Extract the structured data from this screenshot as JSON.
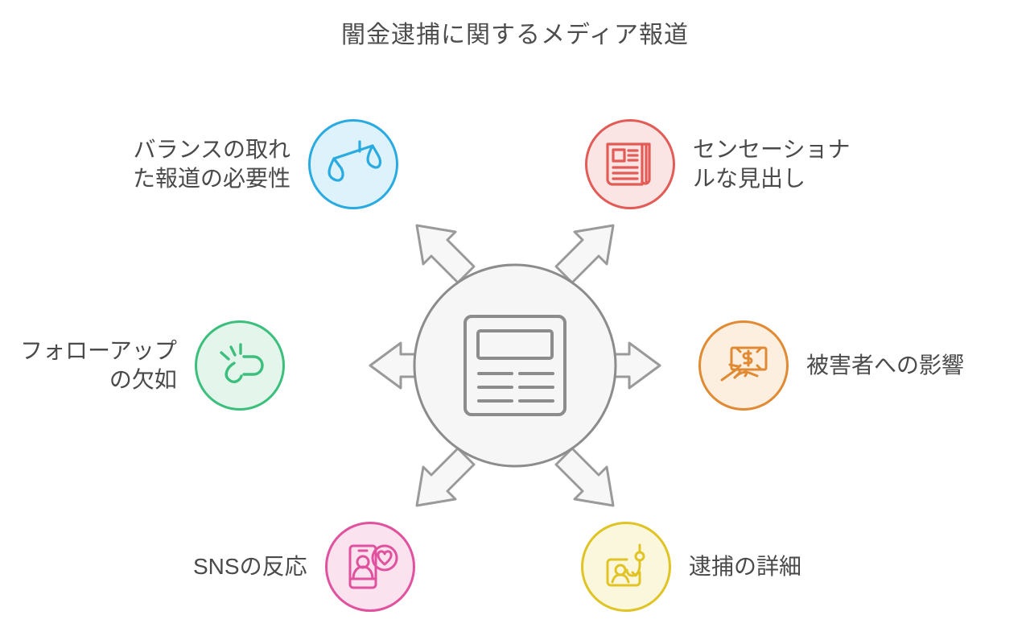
{
  "diagram": {
    "title": "闇金逮捕に関するメディア報道",
    "type": "hub-and-spoke",
    "center": {
      "icon": "newspaper-document-icon",
      "fill": "#f6f6f6",
      "stroke": "#8c8c8c",
      "icon_color": "#8c8c8c"
    },
    "arrows": {
      "count": 6,
      "fill": "#f7f7f7",
      "stroke": "#9a9a9a",
      "directions": [
        "up-left",
        "up-right",
        "left",
        "right",
        "down-left",
        "down-right"
      ]
    },
    "text_color": "#4a4a4a",
    "nodes": [
      {
        "id": "balance",
        "label": "バランスの取れ\nた報道の必要性",
        "label_side": "left",
        "icon": "balance-scale-icon",
        "color": "#29abe2",
        "fill": "#ddf2fb"
      },
      {
        "id": "sensational",
        "label": "センセーショナ\nルな見出し",
        "label_side": "right",
        "icon": "newspaper-icon",
        "color": "#e35b57",
        "fill": "#fbe5e4"
      },
      {
        "id": "followup",
        "label": "フォローアップ\nの欠如",
        "label_side": "left",
        "icon": "broken-link-icon",
        "color": "#3cbf7c",
        "fill": "#e4f6ec"
      },
      {
        "id": "victim",
        "label": "被害者への影響",
        "label_side": "right",
        "icon": "hand-money-icon",
        "color": "#e08a33",
        "fill": "#fcefe0"
      },
      {
        "id": "sns",
        "label": "SNSの反応",
        "label_side": "left",
        "icon": "phone-heart-icon",
        "color": "#e0529e",
        "fill": "#fbe2ef"
      },
      {
        "id": "arrest",
        "label": "逮捕の詳細",
        "label_side": "right",
        "icon": "id-card-hook-icon",
        "color": "#e0c425",
        "fill": "#fbf7dc"
      }
    ]
  }
}
